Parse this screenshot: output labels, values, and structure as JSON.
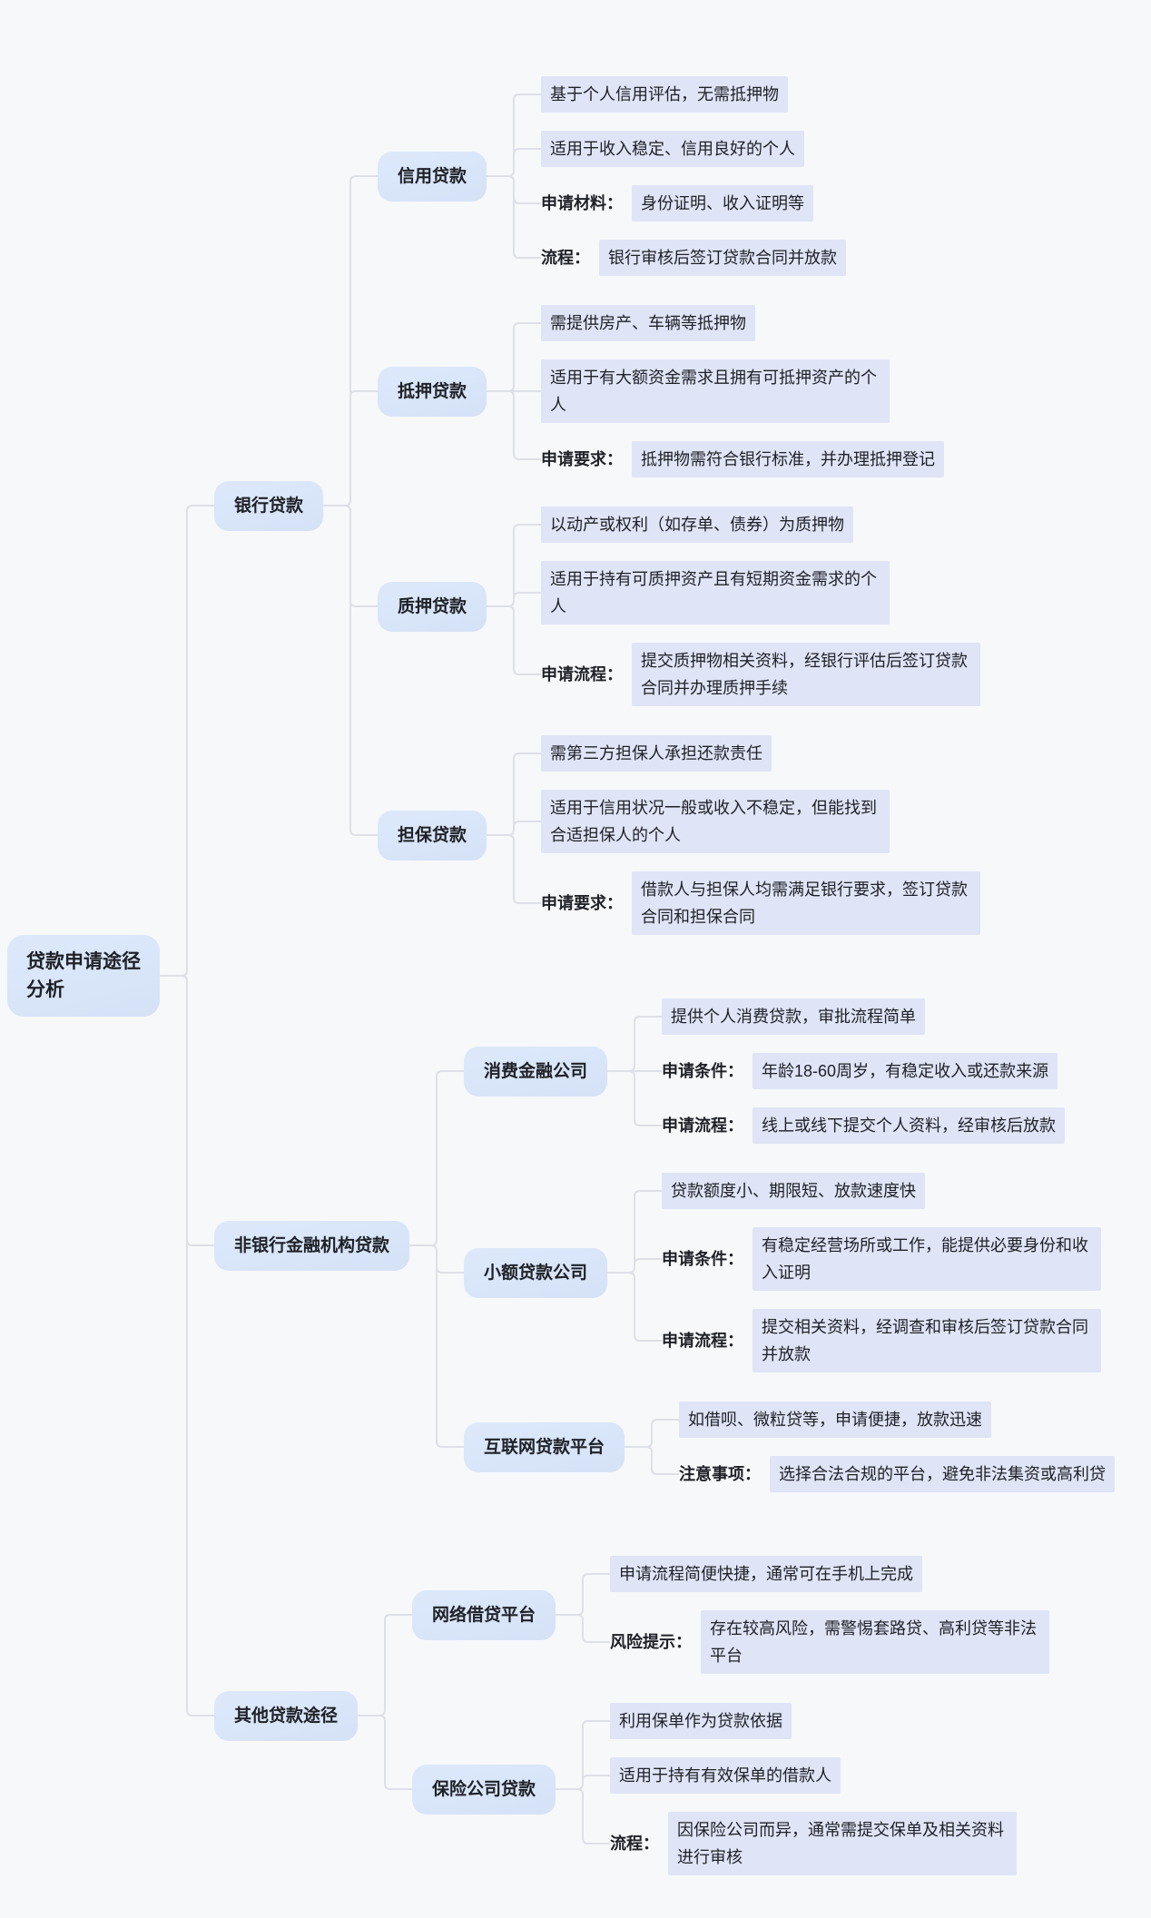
{
  "canvas": {
    "background": "#f7f8fa",
    "node_fill_top": "#dde9fb",
    "node_fill_bottom": "#d5e1f6",
    "detail_fill": "#dfe4f6",
    "line_color": "#dde0e6",
    "text_color": "#1e2126"
  },
  "root": {
    "label": "贷款申请途径分析"
  },
  "branches": [
    {
      "label": "银行贷款",
      "children": [
        {
          "label": "信用贷款",
          "details": [
            {
              "text": "基于个人信用评估，无需抵押物"
            },
            {
              "text": "适用于收入稳定、信用良好的个人"
            },
            {
              "label": "申请材料：",
              "text": "身份证明、收入证明等"
            },
            {
              "label": "流程：",
              "text": "银行审核后签订贷款合同并放款"
            }
          ]
        },
        {
          "label": "抵押贷款",
          "details": [
            {
              "text": "需提供房产、车辆等抵押物"
            },
            {
              "text": "适用于有大额资金需求且拥有可抵押资产的个人"
            },
            {
              "label": "申请要求：",
              "text": "抵押物需符合银行标准，并办理抵押登记"
            }
          ]
        },
        {
          "label": "质押贷款",
          "details": [
            {
              "text": "以动产或权利（如存单、债券）为质押物"
            },
            {
              "text": "适用于持有可质押资产且有短期资金需求的个人"
            },
            {
              "label": "申请流程：",
              "text": "提交质押物相关资料，经银行评估后签订贷款合同并办理质押手续"
            }
          ]
        },
        {
          "label": "担保贷款",
          "details": [
            {
              "text": "需第三方担保人承担还款责任"
            },
            {
              "text": "适用于信用状况一般或收入不稳定，但能找到合适担保人的个人"
            },
            {
              "label": "申请要求：",
              "text": "借款人与担保人均需满足银行要求，签订贷款合同和担保合同"
            }
          ]
        }
      ]
    },
    {
      "label": "非银行金融机构贷款",
      "children": [
        {
          "label": "消费金融公司",
          "details": [
            {
              "text": "提供个人消费贷款，审批流程简单"
            },
            {
              "label": "申请条件：",
              "text": "年龄18-60周岁，有稳定收入或还款来源"
            },
            {
              "label": "申请流程：",
              "text": "线上或线下提交个人资料，经审核后放款"
            }
          ]
        },
        {
          "label": "小额贷款公司",
          "details": [
            {
              "text": "贷款额度小、期限短、放款速度快"
            },
            {
              "label": "申请条件：",
              "text": "有稳定经营场所或工作，能提供必要身份和收入证明"
            },
            {
              "label": "申请流程：",
              "text": "提交相关资料，经调查和审核后签订贷款合同并放款"
            }
          ]
        },
        {
          "label": "互联网贷款平台",
          "details": [
            {
              "text": "如借呗、微粒贷等，申请便捷，放款迅速"
            },
            {
              "label": "注意事项：",
              "text": "选择合法合规的平台，避免非法集资或高利贷"
            }
          ]
        }
      ]
    },
    {
      "label": "其他贷款途径",
      "children": [
        {
          "label": "网络借贷平台",
          "details": [
            {
              "text": "申请流程简便快捷，通常可在手机上完成"
            },
            {
              "label": "风险提示：",
              "text": "存在较高风险，需警惕套路贷、高利贷等非法平台"
            }
          ]
        },
        {
          "label": "保险公司贷款",
          "details": [
            {
              "text": "利用保单作为贷款依据"
            },
            {
              "text": "适用于持有有效保单的借款人"
            },
            {
              "label": "流程：",
              "text": "因保险公司而异，通常需提交保单及相关资料进行审核"
            }
          ]
        }
      ]
    }
  ]
}
